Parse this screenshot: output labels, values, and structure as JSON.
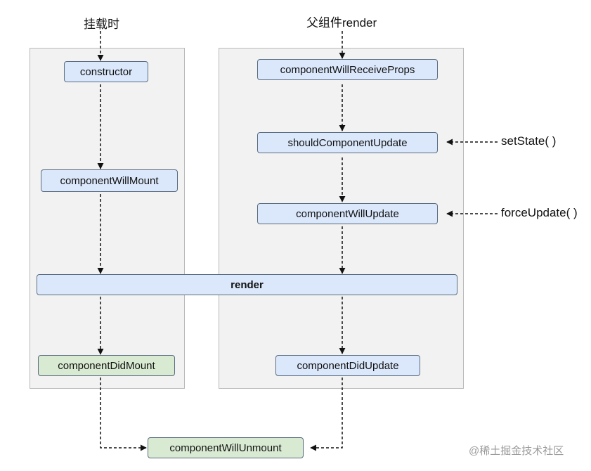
{
  "labels": {
    "mount": "挂载时",
    "parent_render": "父组件render",
    "set_state": "setState( )",
    "force_update": "forceUpdate( )"
  },
  "nodes": {
    "constructor": "constructor",
    "component_will_mount": "componentWillMount",
    "render": "render",
    "component_did_mount": "componentDidMount",
    "component_will_receive_props": "componentWillReceiveProps",
    "should_component_update": "shouldComponentUpdate",
    "component_will_update": "componentWillUpdate",
    "component_did_update": "componentDidUpdate",
    "component_will_unmount": "componentWillUnmount"
  },
  "watermark": "@稀土掘金技术社区",
  "colors": {
    "panel": "#f2f2f2",
    "node_blue": "#dbe8fb",
    "node_green": "#d9ead3",
    "stroke": "#111111"
  }
}
